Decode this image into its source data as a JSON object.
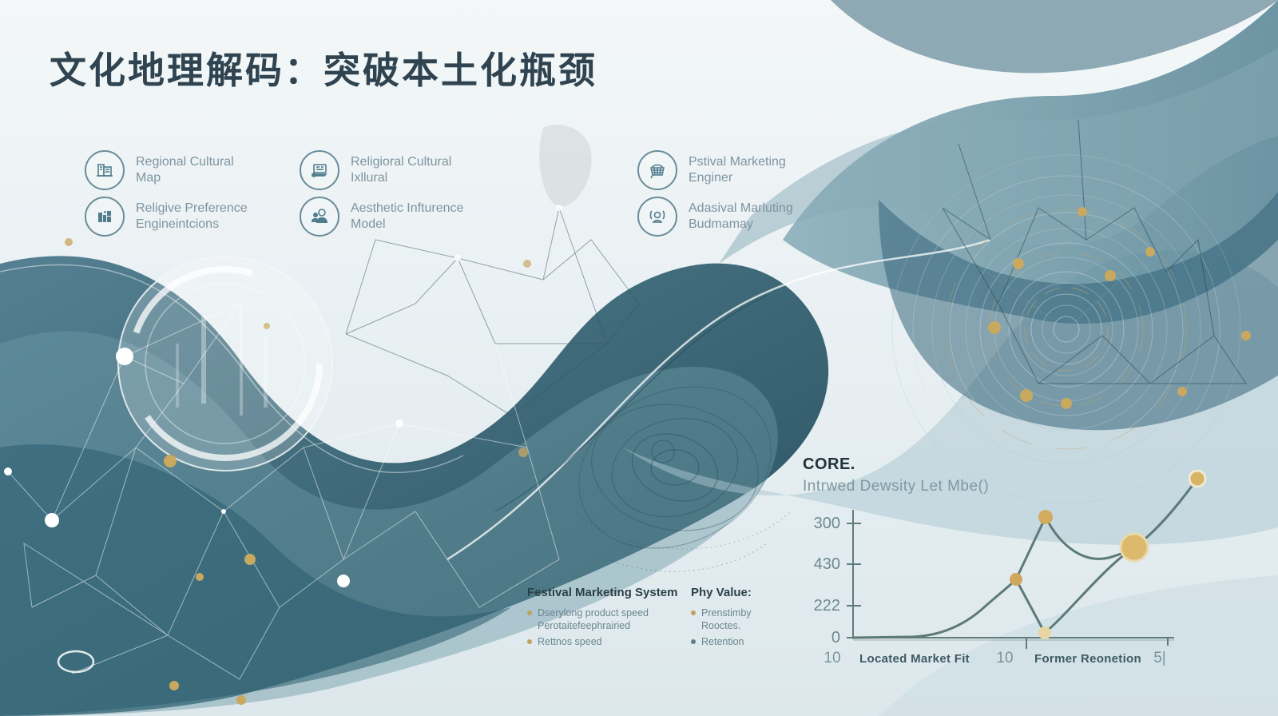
{
  "title": "文化地理解码：突破本土化瓶颈",
  "features": [
    {
      "line1": "Regional Cultural",
      "line2": "Map",
      "icon": "building-map-icon"
    },
    {
      "line1": "Religioral Cultural",
      "line2": "Ixllural",
      "icon": "document-list-icon"
    },
    {
      "line1": "Pstival Marketing",
      "line2": "Enginer",
      "icon": "globe-basket-icon"
    },
    {
      "line1": "Religive Preference",
      "line2": "Engineintcions",
      "icon": "bar-chart-icon"
    },
    {
      "line1": "Aesthetic Infturence",
      "line2": "Model",
      "icon": "people-icon"
    },
    {
      "line1": "Adasival Marluting",
      "line2": "Budmamay",
      "icon": "person-brackets-icon"
    }
  ],
  "lists": {
    "festival": {
      "heading": "Festival Marketing System",
      "bullet1_line1": "Dserylong product speed",
      "bullet1_line2": "Perotaitefeephrairied",
      "bullet2": "Rettnos speed"
    },
    "phy": {
      "heading": "Phy Value:",
      "bullet1_line1": "Prenstimby",
      "bullet1_line2": "Rooctes.",
      "bullet2": "Retention"
    }
  },
  "chart_data": {
    "type": "line",
    "title": "CORE.",
    "subtitle": "Intrwed Dewsity Let Mbe()",
    "ylabel": "",
    "xlabel": "",
    "ytick_labels": [
      "300",
      "430",
      "222",
      "0"
    ],
    "xtick_labels": [
      "10",
      "Located Market Fit",
      "10",
      "Former Reonetion",
      "5|"
    ],
    "grid": false,
    "legend": "none",
    "series": [
      {
        "name": "core-curve",
        "description": "single gold-dotted teal curve rising from baseline, peaking, dipping, then climbing to top right",
        "points_norm_x": [
          0.0,
          0.52,
          0.61,
          0.61,
          0.89,
          1.0
        ],
        "points_norm_y": [
          0.0,
          0.46,
          0.95,
          0.04,
          0.71,
          1.0
        ]
      }
    ],
    "render": {
      "line_color": "#5c7a78",
      "axis_color": "#5f7b7c",
      "paths": [
        "M88,238 L160,237 C200,236 230,220 252,200 C270,184 282,175 292,165",
        "M292,165 L329,87",
        "M329,87 C348,125 378,145 408,138 C422,134 432,130 440,125",
        "M292,165 L328,232",
        "M328,232 C360,205 402,150 440,125",
        "M440,125 C468,105 495,72 519,39"
      ],
      "dots": [
        {
          "x": 292,
          "y": 165,
          "r": 8,
          "fill": "#cfa85e"
        },
        {
          "x": 329,
          "y": 87,
          "r": 9,
          "fill": "#d2ab5f"
        },
        {
          "x": 328,
          "y": 232,
          "r": 8,
          "fill": "#e8d5a3"
        },
        {
          "x": 440,
          "y": 125,
          "r": 17,
          "fill": "#dcb96d",
          "stroke": "#e9d9ab",
          "sw": 3
        },
        {
          "x": 519,
          "y": 39,
          "r": 10,
          "fill": "#d7b366",
          "stroke": "#f0ead2",
          "sw": 3
        }
      ]
    }
  },
  "colors": {
    "accent_gold": "#c9a860",
    "deep_teal": "#16424f",
    "mid_teal": "#3c6e80",
    "light_teal": "#a9c6cf",
    "title_text": "#2f4450",
    "label_text": "#7d94a0"
  }
}
